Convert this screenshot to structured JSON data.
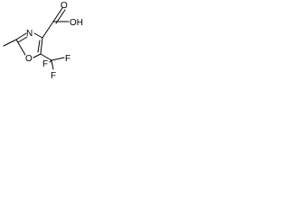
{
  "molecule": {
    "atoms": {
      "oh": "OH",
      "o_carbonyl": "O",
      "n_ring": "N",
      "o_ring": "O",
      "f_left": "F",
      "f_right": "F",
      "f_bottom": "F"
    },
    "colors": {
      "bond": "#000000",
      "label": "#000000",
      "background": "#ffffff"
    }
  }
}
